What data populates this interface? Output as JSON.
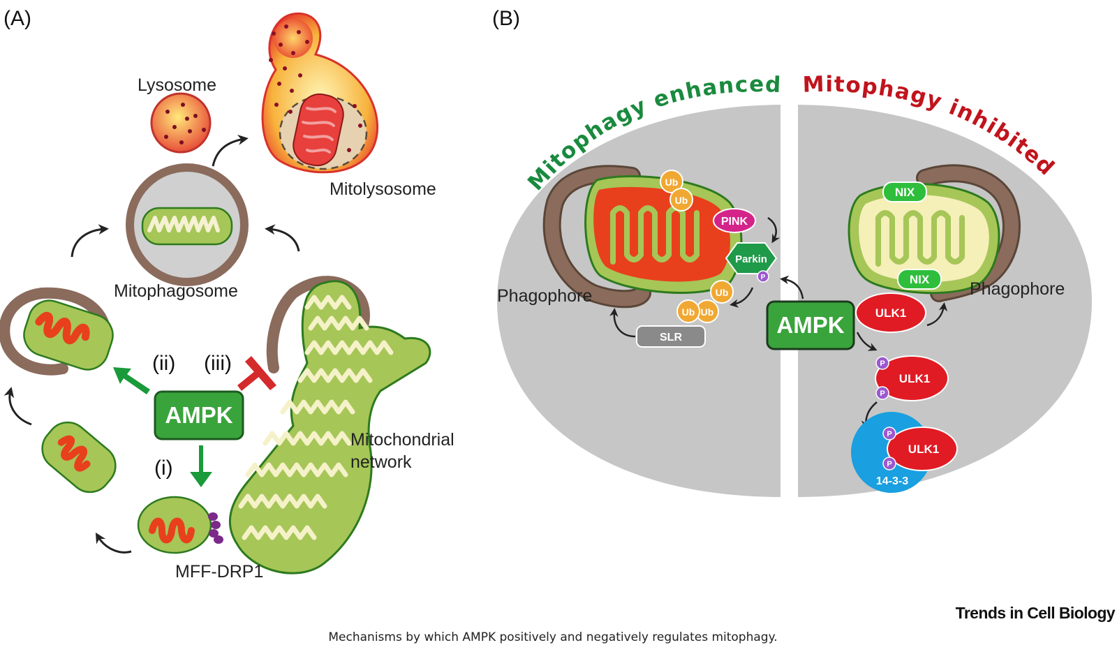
{
  "panel_a": {
    "letter": "(A)",
    "lysosome": "Lysosome",
    "mitolysosome": "Mitolysosome",
    "mitophagosome": "Mitophagosome",
    "mitochondrial_network_line1": "Mitochondrial",
    "mitochondrial_network_line2": "network",
    "mff_drp1": "MFF-DRP1",
    "ampk": "AMPK",
    "step_i": "(i)",
    "step_ii": "(ii)",
    "step_iii": "(iii)"
  },
  "panel_b": {
    "letter": "(B)",
    "title_enhanced": "Mitophagy enhanced",
    "title_inhibited": "Mitophagy inhibited",
    "phagophore_left": "Phagophore",
    "phagophore_right": "Phagophore",
    "ampk": "AMPK",
    "pink": "PINK",
    "parkin": "Parkin",
    "ub": "Ub",
    "slr": "SLR",
    "nix": "NIX",
    "ulk1": "ULK1",
    "p": "P",
    "protein_14_3_3": "14-3-3"
  },
  "footer": {
    "brand": "Trends in Cell Biology",
    "caption": "Mechanisms by which AMPK positively and negatively regulates mitophagy."
  },
  "colors": {
    "enhanced_green": "#1a8a3e",
    "inhibited_red": "#c0141c",
    "ampk_green": "#3aa43c",
    "mito_red": "#e8401c",
    "ulk1_red": "#e01b24",
    "cytoplasm_gray": "#c6c6c6",
    "phagophore_brown": "#8a6b5c"
  }
}
